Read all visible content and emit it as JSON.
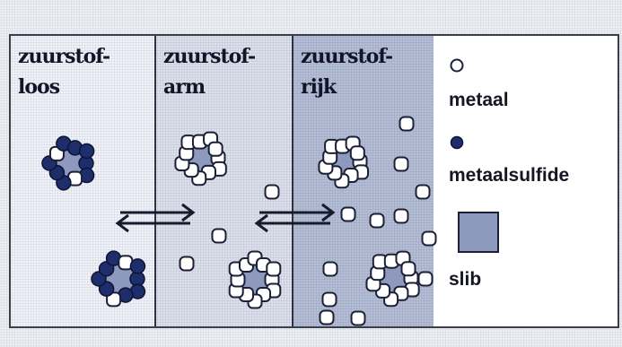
{
  "columns": [
    {
      "label_line1": "zuurstof-",
      "label_line2": "loos"
    },
    {
      "label_line1": "zuurstof-",
      "label_line2": "arm"
    },
    {
      "label_line1": "zuurstof-",
      "label_line2": "rijk"
    }
  ],
  "legend": {
    "metal": "metaal",
    "metal_sulfide": "metaalsulfide",
    "sludge": "slib"
  },
  "colors": {
    "metal_fill": "#ffffff",
    "metal_sulfide_fill": "#1e2d6b",
    "sludge_fill": "#8e99be",
    "outline": "#1b2036"
  },
  "icons": [
    "metal-particle-icon",
    "metal-sulfide-particle-icon",
    "sludge-square-icon",
    "equilibrium-arrow-icon"
  ]
}
